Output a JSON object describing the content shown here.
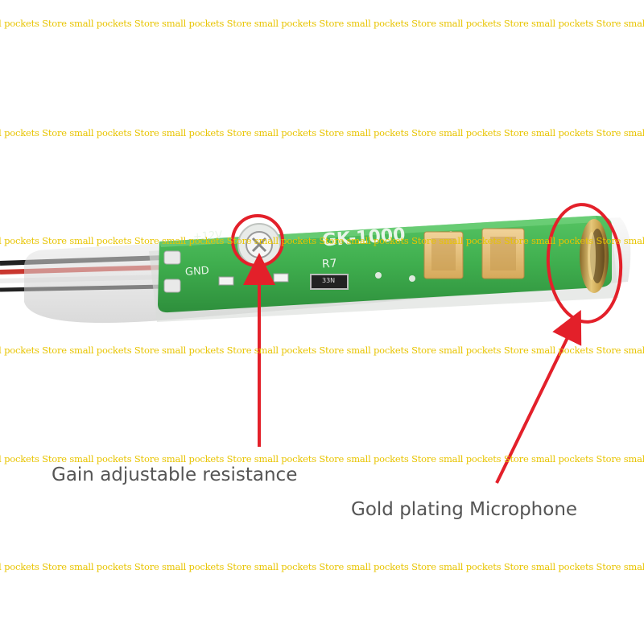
{
  "watermark": {
    "row_text": "all pockets Store small pockets Store small pockets Store small pockets Store small pockets Store small pockets Store small pockets Store small pockets Store"
  },
  "board": {
    "model_label": "GK-1000",
    "voltage_label": "+12V",
    "ground_label": "GND",
    "resistor_label": "R7",
    "chip_label": "33N"
  },
  "annotations": {
    "gain_caption": "Gain adjustable resistance",
    "mic_caption": "Gold plating Microphone"
  },
  "colors": {
    "pcb": "#3fae4e",
    "highlight": "#e3202a",
    "watermark": "#e8c400",
    "caption": "#555555",
    "gold": "#c8a04a"
  },
  "icons": {
    "gain_marker": "red-circle-icon",
    "mic_marker": "red-ellipse-icon",
    "pointer": "red-arrow-icon"
  }
}
